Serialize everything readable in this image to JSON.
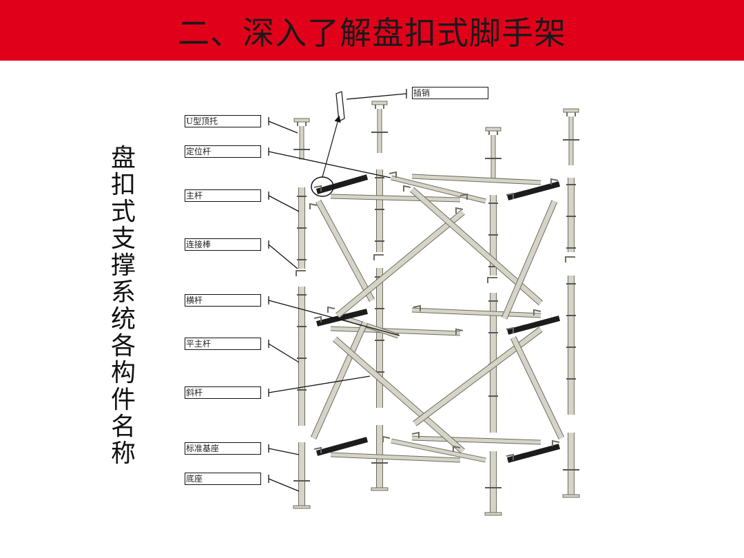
{
  "header": {
    "title": "二、深入了解盘扣式脚手架",
    "bg_color": "#e1001a"
  },
  "side_title": "盘扣式支撑系统各构件名称",
  "labels": {
    "pin": "插销",
    "u_head": "U型顶托",
    "locator_bar": "定位杆",
    "main_pole": "主杆",
    "connector": "连接棒",
    "ledger": "横杆",
    "flat_main_pole": "平主杆",
    "diagonal": "斜杆",
    "standard_base": "标准基座",
    "base_jack": "底座"
  },
  "colors": {
    "pipe_fill": "#d6d4c7",
    "pipe_stroke": "#6d6b60",
    "dark_bar": "#1c1c1c",
    "leader": "#111111"
  }
}
